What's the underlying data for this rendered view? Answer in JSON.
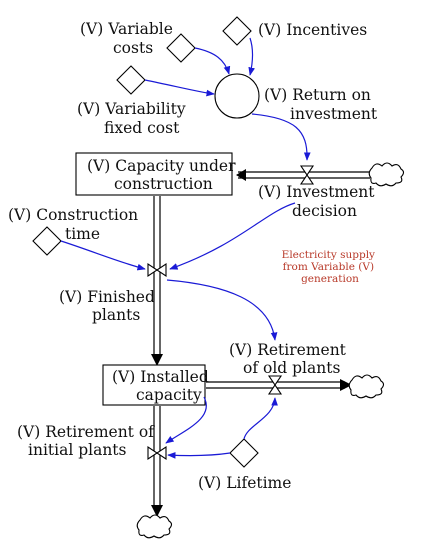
{
  "colors": {
    "line": "#000000",
    "link": "#1a1ad6",
    "note": "#b83a2a"
  },
  "nodes": {
    "variable_costs": [
      "(V) Variable",
      "costs"
    ],
    "incentives": [
      "(V) Incentives"
    ],
    "variability_fixed_cost": [
      "(V) Variability",
      "fixed cost"
    ],
    "return_on_investment": [
      "(V) Return on",
      "investment"
    ],
    "capacity_under_construction": [
      "(V) Capacity under",
      "construction"
    ],
    "investment_decision": [
      "(V) Investment",
      "decision"
    ],
    "construction_time": [
      "(V) Construction",
      "time"
    ],
    "finished_plants": [
      "(V) Finished",
      "plants"
    ],
    "installed_capacity": [
      "(V) Installed",
      "capacity"
    ],
    "retirement_old_plants": [
      "(V) Retirement",
      "of old plants"
    ],
    "retirement_initial_plants": [
      "(V) Retirement of",
      "initial plants"
    ],
    "lifetime": [
      "(V) Lifetime"
    ]
  },
  "note": [
    "Electricity supply",
    "from Variable (V)",
    "generation"
  ],
  "icons": [
    "constant-diamond-icon",
    "auxiliary-circle-icon",
    "valve-icon",
    "cloud-icon",
    "arrowhead-icon"
  ]
}
